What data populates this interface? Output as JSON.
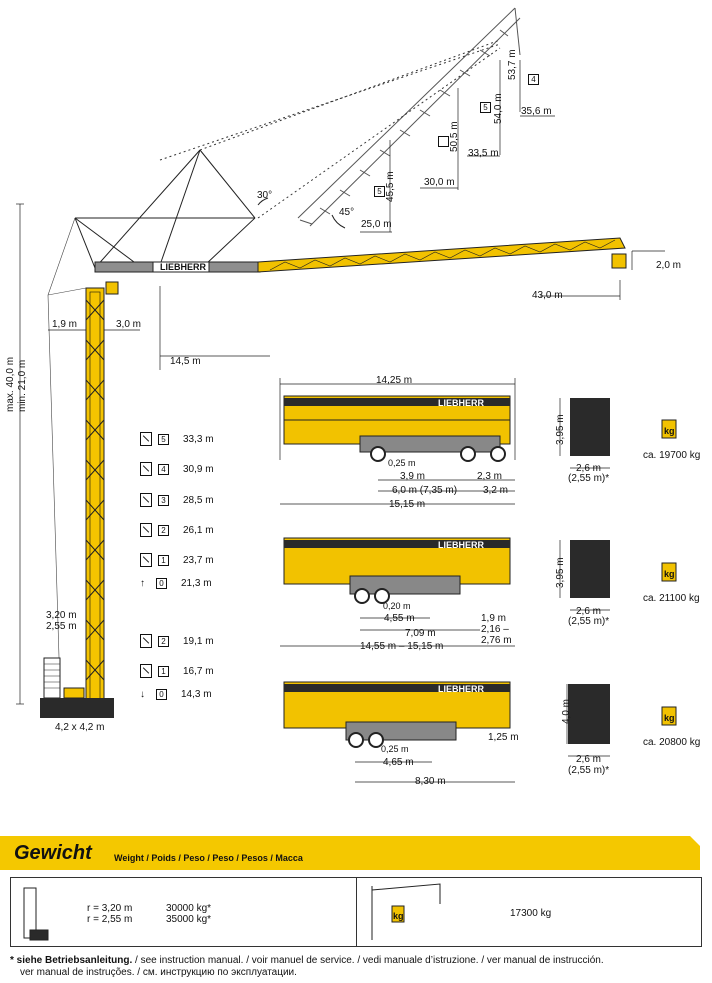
{
  "colors": {
    "boom_yellow": "#f2c200",
    "mast_yellow": "#f5c400",
    "steel_dark": "#2a2a2a",
    "banner_yellow": "#f4c800"
  },
  "main_diagram": {
    "angles": {
      "a30": "30°",
      "a45": "45°"
    },
    "heights_left": [
      {
        "box": "4",
        "value": "53,7 m"
      },
      {
        "box": "5",
        "value": "54,0 m"
      },
      {
        "box": "",
        "value": "50,5 m"
      },
      {
        "box": "5",
        "value": "45,5 m"
      }
    ],
    "radii": [
      "35,6 m",
      "33,5 m",
      "30,0 m",
      "25,0 m"
    ],
    "jib_hook_height": "2,0 m",
    "jib_length": "43,0 m",
    "offsets": {
      "left": "1,9 m",
      "right": "3,0 m",
      "counter": "14,5 m"
    },
    "mast_height": {
      "max": "max. 40,0 m",
      "min": "min. 21,0 m"
    },
    "ballast_radius": [
      "3,20 m",
      "2,55 m"
    ],
    "base": "4,2 x 4,2 m"
  },
  "mast_levels": [
    {
      "box": "5",
      "value": "33,3 m"
    },
    {
      "box": "4",
      "value": "30,9 m"
    },
    {
      "box": "3",
      "value": "28,5 m"
    },
    {
      "box": "2",
      "value": "26,1 m"
    },
    {
      "box": "1",
      "value": "23,7 m"
    },
    {
      "box": "0",
      "arrow": "↑",
      "value": "21,3 m"
    },
    {
      "box": "2",
      "value": "19,1 m"
    },
    {
      "box": "1",
      "value": "16,7 m"
    },
    {
      "box": "0",
      "arrow": "↓",
      "value": "14,3 m"
    }
  ],
  "transports": [
    {
      "overall_top": "14,25 m",
      "clearance": "0,25 m",
      "dims": [
        "3,9 m",
        "2,3 m",
        "6,0 m (7,35 m)",
        "3,2 m"
      ],
      "overall": "15,15 m",
      "height": "3,95 m",
      "width": "2,6 m",
      "width_alt": "(2,55 m)*",
      "weight": "ca. 19700 kg"
    },
    {
      "clearance": "0,20 m",
      "dims": [
        "4,55 m",
        "1,9 m",
        "7,09 m",
        "2,16 –",
        "2,76 m"
      ],
      "overall": "14,55 m – 15,15 m",
      "height": "3,95 m",
      "width": "2,6 m",
      "width_alt": "(2,55 m)*",
      "weight": "ca. 21100 kg"
    },
    {
      "clearance": "0,25 m",
      "dims": [
        "4,65 m",
        "1,25 m"
      ],
      "overall": "8,30 m",
      "height": "4,0 m",
      "width": "2,6 m",
      "width_alt": "(2,55 m)*",
      "weight": "ca. 20800 kg"
    }
  ],
  "weight_section": {
    "title": "Gewicht",
    "subtitle": "Weight / Poids / Peso / Peso / Pesos / Macca",
    "rows_left": [
      {
        "r": "r = 3,20 m",
        "kg": "30000 kg*"
      },
      {
        "r": "r = 2,55 m",
        "kg": "35000 kg*"
      }
    ],
    "right_value": "17300 kg",
    "kg_label": "kg"
  },
  "footnote": {
    "bold": "* siehe Betriebsanleitung.",
    "line1_rest": " / see instruction manual. / voir manuel de service. / vedi manuale d’istruzione. / ver manual de instrucción.",
    "line2": "ver manual de instruções. / см. инструкцию по эксплуатации."
  },
  "brand": "LIEBHERR"
}
